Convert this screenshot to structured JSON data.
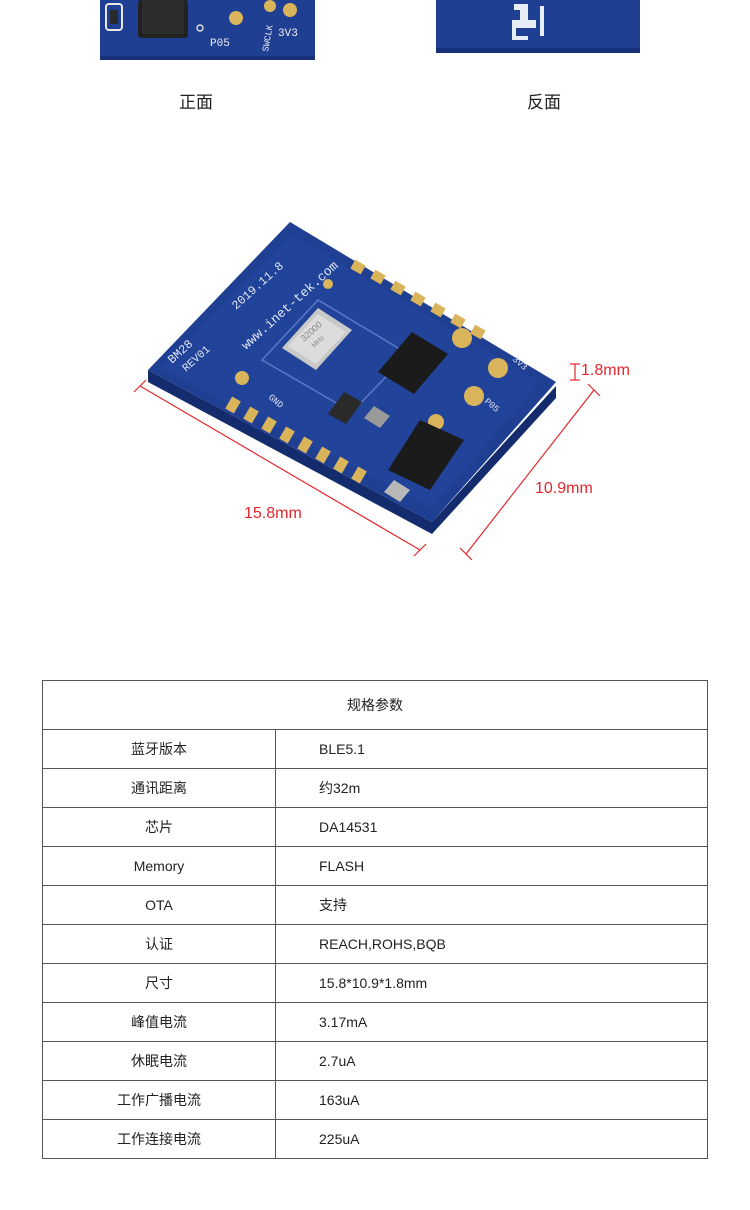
{
  "captions": {
    "front": "正面",
    "back": "反面"
  },
  "board_labels": {
    "pin_p05": "P05",
    "pin_3v3": "3V3",
    "pin_swclk": "SWCLK",
    "pin_gnd": "GND",
    "crystal": "32000",
    "crystal_unit": "MHz",
    "silk_date": "2019.11.8",
    "silk_url": "www.inet-tek.com",
    "silk_model": "BM28",
    "silk_rev": "REV01"
  },
  "dimensions": {
    "length": "15.8mm",
    "width": "10.9mm",
    "thickness": "1.8mm"
  },
  "spec": {
    "title": "规格参数",
    "rows": [
      {
        "k": "蓝牙版本",
        "v": "BLE5.1"
      },
      {
        "k": "通讯距离",
        "v": "约32m"
      },
      {
        "k": "芯片",
        "v": "DA14531"
      },
      {
        "k": "Memory",
        "v": "FLASH"
      },
      {
        "k": "OTA",
        "v": "支持"
      },
      {
        "k": "认证",
        "v": "REACH,ROHS,BQB"
      },
      {
        "k": "尺寸",
        "v": "15.8*10.9*1.8mm"
      },
      {
        "k": "峰值电流",
        "v": "3.17mA"
      },
      {
        "k": "休眠电流",
        "v": "2.7uA"
      },
      {
        "k": "工作广播电流",
        "v": "163uA"
      },
      {
        "k": "工作连接电流",
        "v": "225uA"
      }
    ]
  },
  "colors": {
    "pcb": "#1f3f93",
    "pad": "#d9b45a",
    "dimension": "#e4262b"
  }
}
